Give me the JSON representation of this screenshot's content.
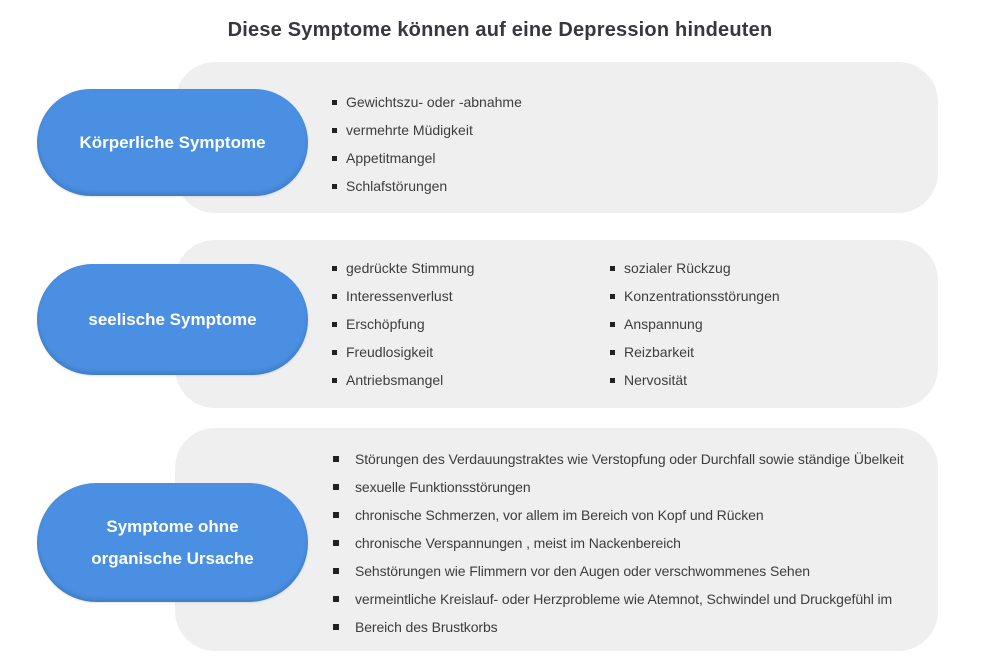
{
  "title": "Diese Symptome können auf eine Depression hindeuten",
  "colors": {
    "accent_blue": "#4a8fe2",
    "panel_gray": "#efefef",
    "title_text": "#37383d",
    "body_text": "#3d3d3d",
    "bullet_square": "#222222",
    "pill_text": "#ffffff",
    "background": "#ffffff"
  },
  "sections": [
    {
      "id": "koerperliche-symptome",
      "label": "Körperliche Symptome",
      "label_lines": [
        "Körperliche Symptome"
      ],
      "columns": [
        [
          "Gewichtszu- oder -abnahme",
          "vermehrte Müdigkeit",
          "Appetitmangel",
          "Schlafstörungen"
        ]
      ]
    },
    {
      "id": "seelische-symptome",
      "label": "seelische Symptome",
      "label_lines": [
        "seelische Symptome"
      ],
      "columns": [
        [
          "gedrückte Stimmung",
          "Interessenverlust",
          "Erschöpfung",
          "Freudlosigkeit",
          "Antriebsmangel"
        ],
        [
          "sozialer Rückzug",
          "Konzentrationsstörungen",
          "Anspannung",
          "Reizbarkeit",
          "Nervosität"
        ]
      ]
    },
    {
      "id": "symptome-ohne-organische-ursache",
      "label": "Symptome ohne organische Ursache",
      "label_lines": [
        "Symptome ohne",
        "organische Ursache"
      ],
      "columns": [
        [
          "Störungen des Verdauungstraktes wie Verstopfung oder Durchfall sowie ständige Übelkeit",
          "sexuelle Funktionsstörungen",
          "chronische Schmerzen, vor allem im Bereich von Kopf und Rücken",
          "chronische Verspannungen , meist im Nackenbereich",
          "Sehstörungen wie Flimmern vor den Augen oder verschwommenes Sehen",
          "vermeintliche Kreislauf- oder Herzprobleme wie Atemnot, Schwindel und Druckgefühl im",
          "Bereich des Brustkorbs"
        ]
      ]
    }
  ]
}
